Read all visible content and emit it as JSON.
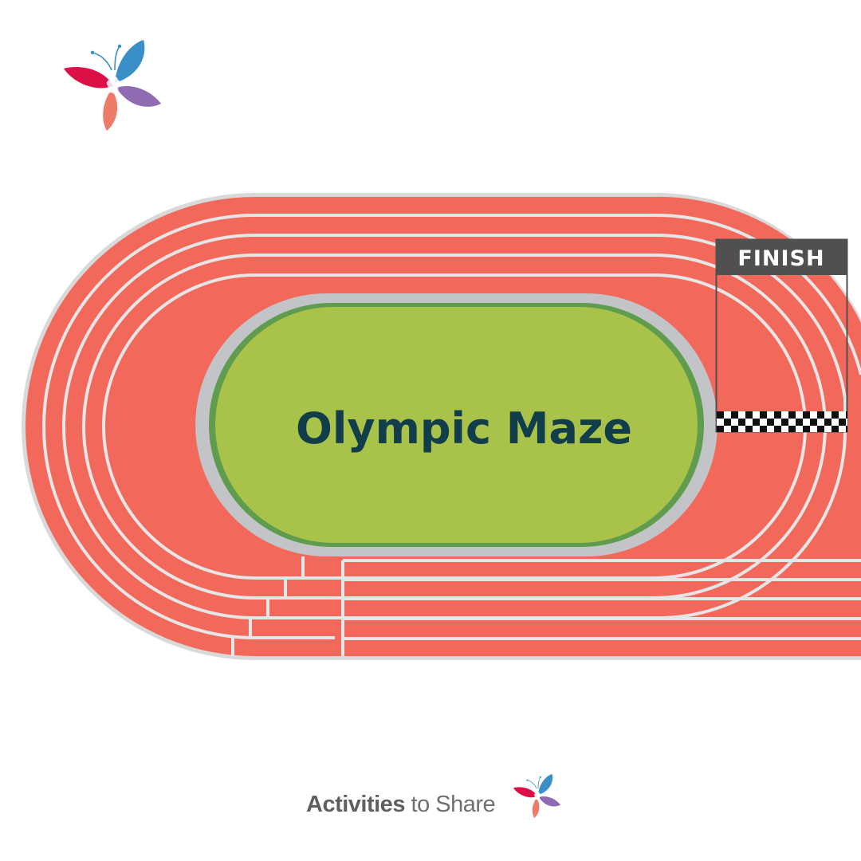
{
  "title": "Olympic Maze",
  "finish_label": "FINISH",
  "brand": {
    "strong": "Activities",
    "rest": " to Share"
  },
  "logo_icon": "butterfly-puzzle-logo",
  "colors": {
    "track": "#f2685b",
    "lane_line": "#e6e6e6",
    "track_border": "#d9d9d9",
    "infield": "#a9c34a",
    "infield_border": "#5f9c4d",
    "inner_ring": "#c2c4c7",
    "finish_bar": "#505050",
    "title": "#123d4a"
  }
}
